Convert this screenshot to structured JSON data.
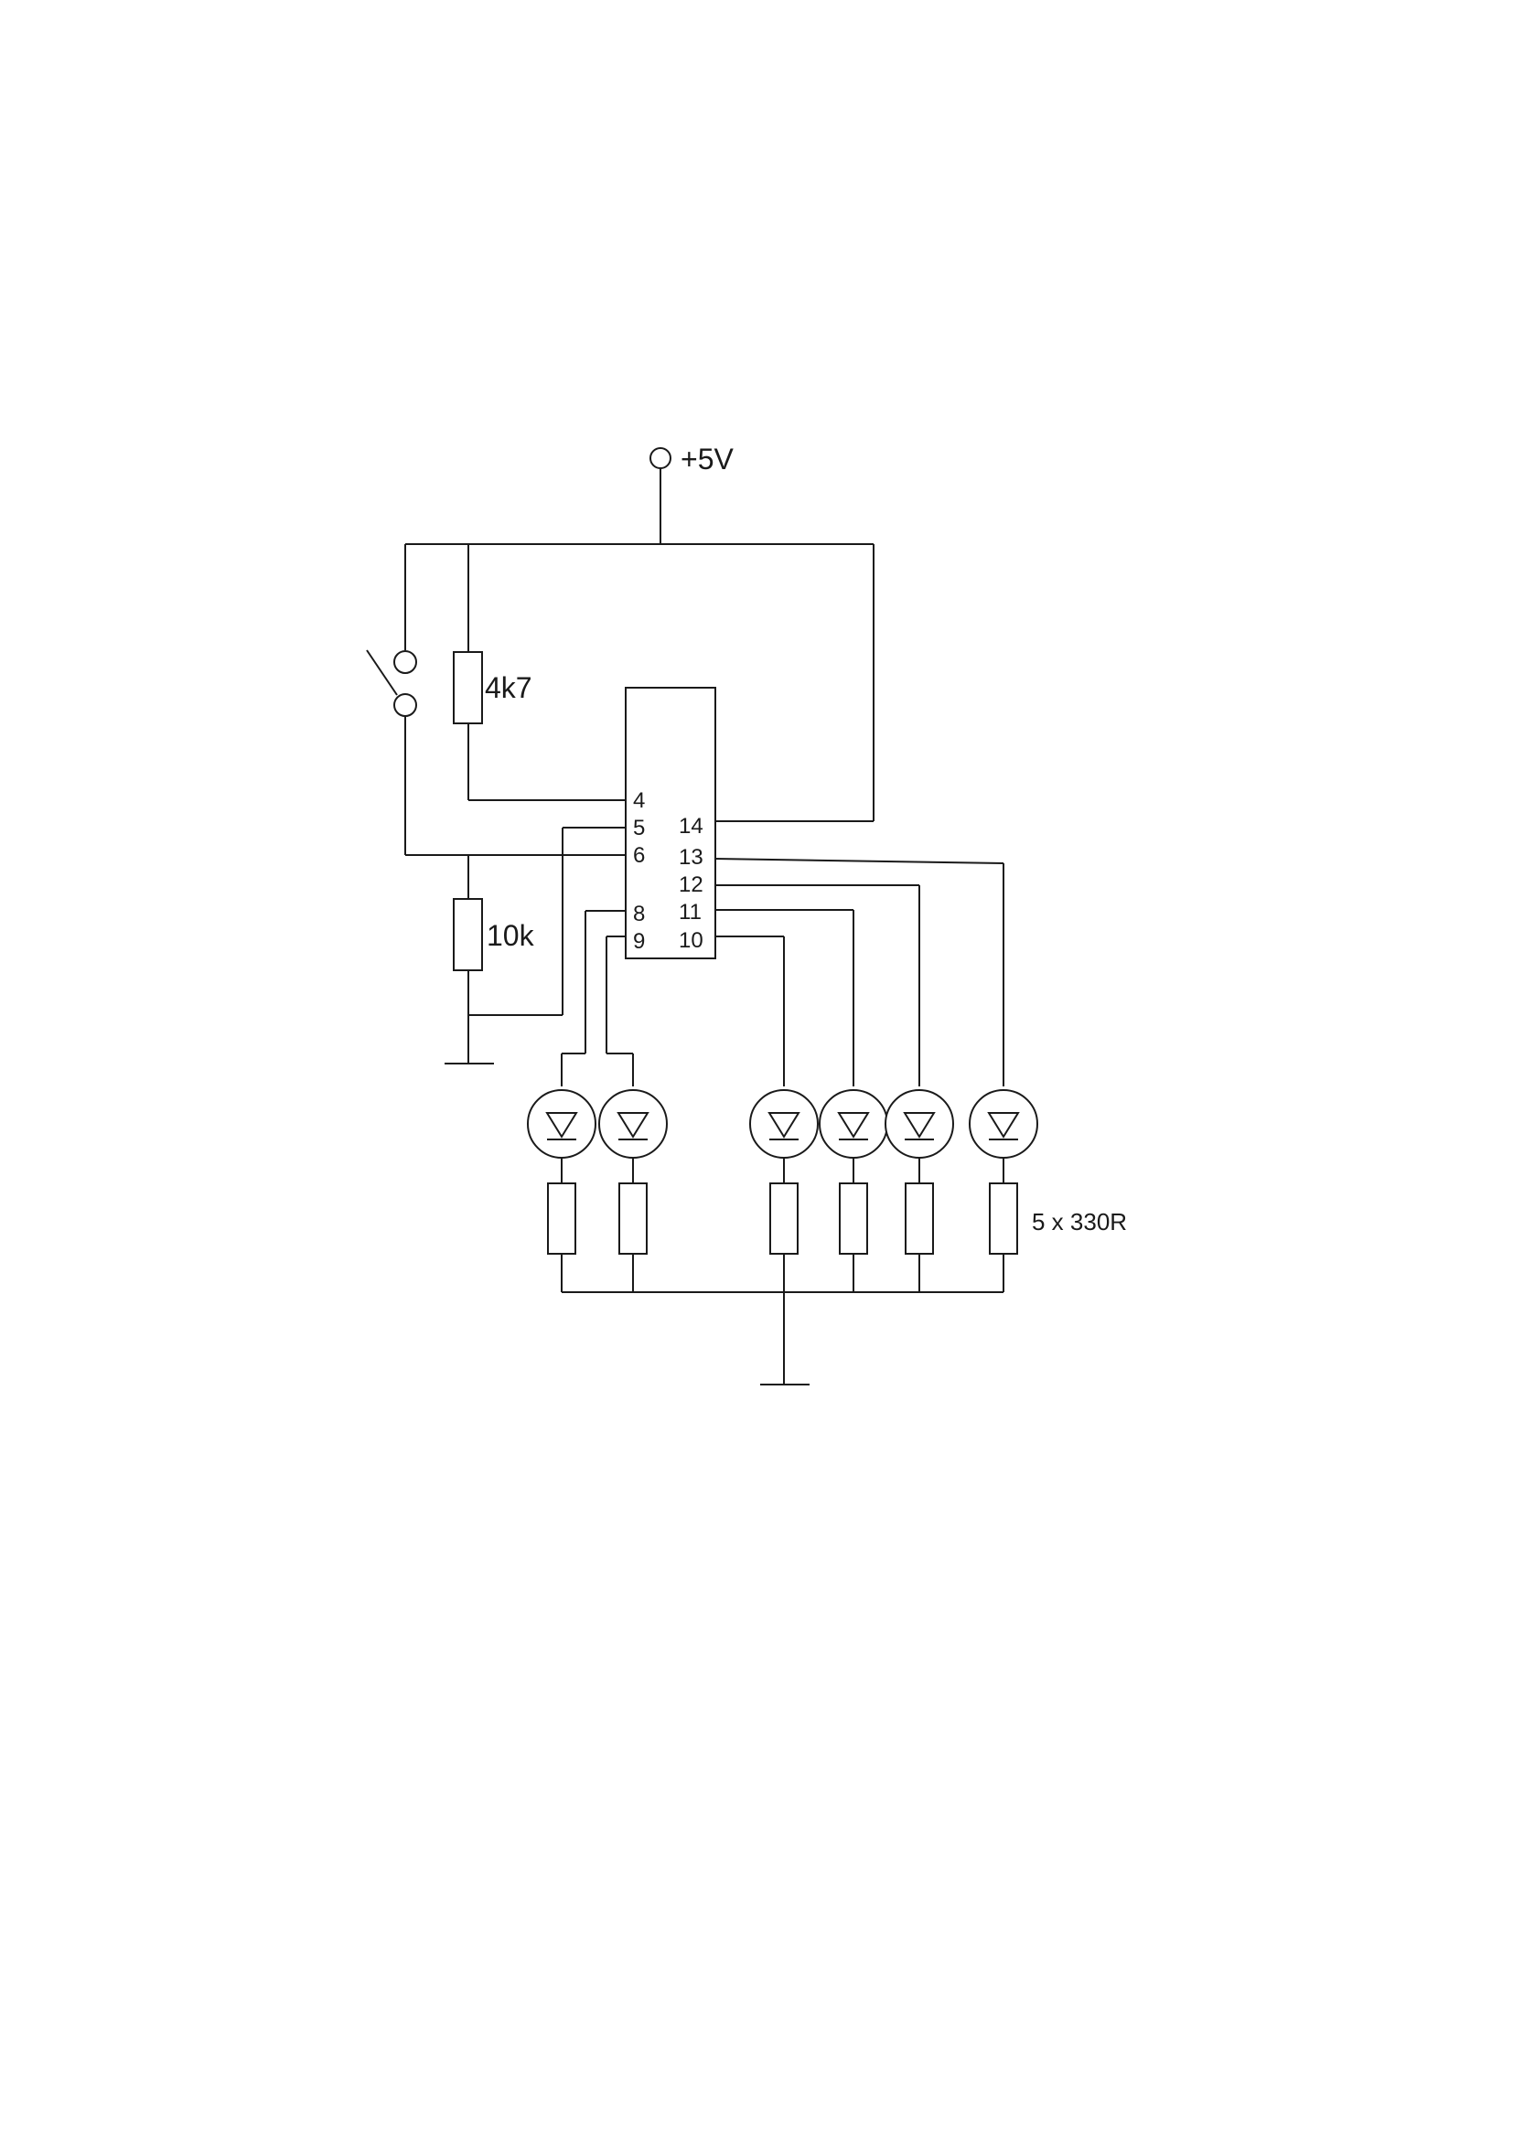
{
  "supply": {
    "label": "+5V"
  },
  "resistors": {
    "pullup": "4k7",
    "pulldown": "10k",
    "led_series": "5 x 330R"
  },
  "ic": {
    "left_pins": [
      "4",
      "5",
      "6",
      "8",
      "9"
    ],
    "right_pins": [
      "14",
      "13",
      "12",
      "11",
      "10"
    ]
  },
  "components": {
    "led_count": 6,
    "switch_icon": "pushbutton-switch-icon",
    "ground_icon": "ground-icon",
    "led_icon": "led-diode-icon"
  },
  "colors": {
    "ink": "#1a1a1a",
    "background": "#ffffff"
  }
}
